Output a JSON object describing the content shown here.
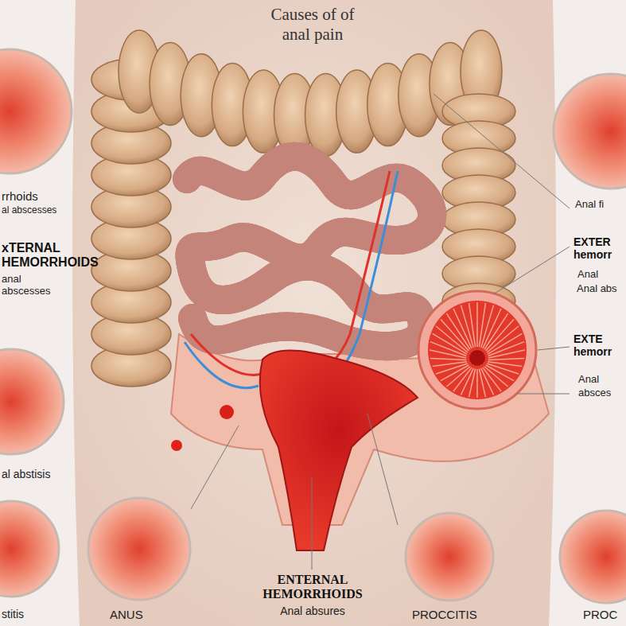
{
  "diagram": {
    "title": "Causes of of anal pain",
    "labels": [
      "rrhoids",
      "al abscesses",
      "xTERNAL HEMORRHOIDS",
      "anal abscesses",
      "al abstisis",
      "stitis",
      "ANUS",
      "ENTERNAL HEMORRHOIDS",
      "Anal absures",
      "PROCCITIS",
      "PROC",
      "Anal fi",
      "EXTER hemorr",
      "Anal",
      "Anal abs",
      "EXTE hemorr",
      "Anal",
      "absces"
    ]
  }
}
